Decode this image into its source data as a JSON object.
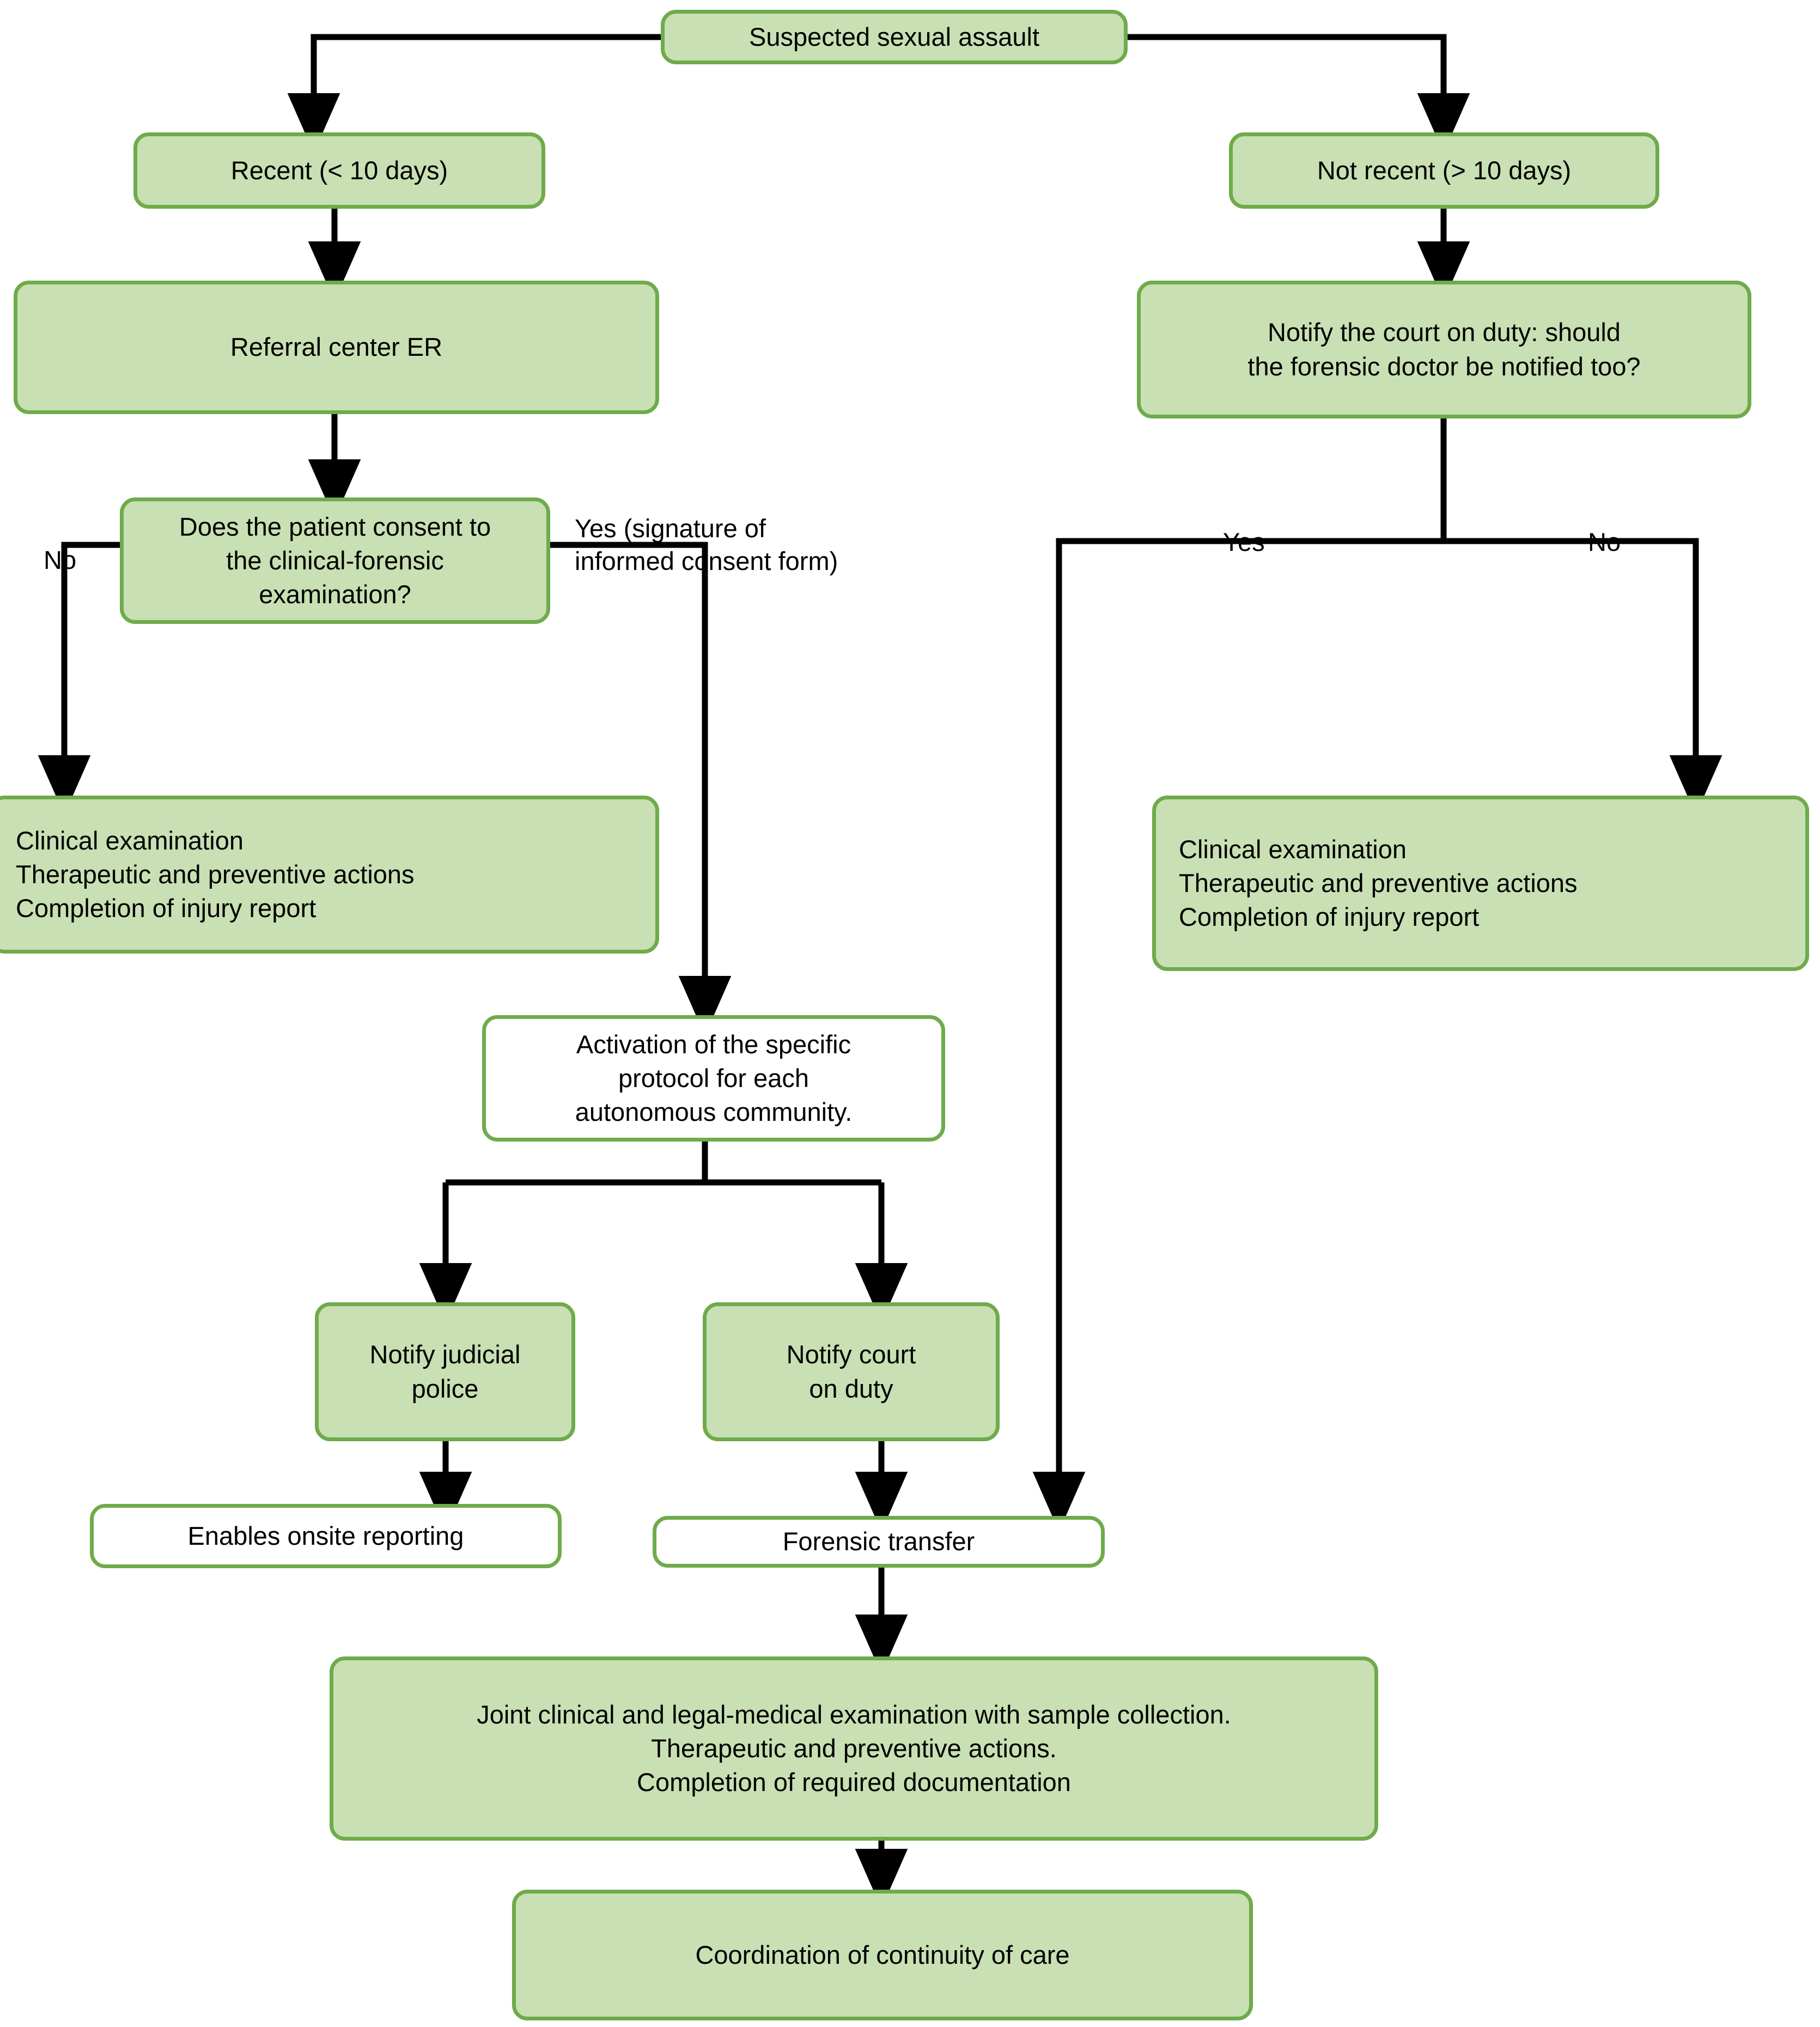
{
  "diagram": {
    "title": "Suspected sexual assault protocol flowchart",
    "colors": {
      "box_fill_green": "#c8e0b3",
      "box_fill_white": "#ffffff",
      "box_border": "#6fab4b",
      "connector": "#000000",
      "text": "#000000",
      "background": "#ffffff"
    }
  },
  "nodes": {
    "root": {
      "label": "Suspected sexual assault"
    },
    "recent": {
      "label": "Recent (< 10 days)"
    },
    "not_recent": {
      "label": "Not recent (> 10 days)"
    },
    "referral_er": {
      "label": "Referral center ER"
    },
    "notify_court_question": {
      "label": "Notify the court on duty: should\nthe forensic doctor be notified too?"
    },
    "consent_question": {
      "label": "Does the patient consent to\nthe clinical-forensic\nexamination?"
    },
    "clinical_exam_left": {
      "label": "Clinical examination\nTherapeutic and preventive actions\nCompletion of injury report"
    },
    "clinical_exam_right": {
      "label": "Clinical examination\nTherapeutic and preventive actions\nCompletion of injury report"
    },
    "activation_protocol": {
      "label": "Activation of the specific\nprotocol for each\nautonomous community."
    },
    "notify_judicial_police": {
      "label": "Notify judicial\npolice"
    },
    "notify_court_on_duty": {
      "label": "Notify court\non duty"
    },
    "enables_onsite_reporting": {
      "label": "Enables onsite reporting"
    },
    "forensic_transfer": {
      "label": "Forensic transfer"
    },
    "joint_examination": {
      "label": "Joint clinical and legal-medical examination with sample collection.\nTherapeutic and preventive actions.\nCompletion of required documentation"
    },
    "coordination": {
      "label": "Coordination of continuity of care"
    }
  },
  "edge_labels": {
    "consent_no": {
      "label": "No"
    },
    "consent_yes": {
      "label": "Yes (signature of\ninformed consent form)"
    },
    "court_yes": {
      "label": "Yes"
    },
    "court_no": {
      "label": "No"
    }
  }
}
